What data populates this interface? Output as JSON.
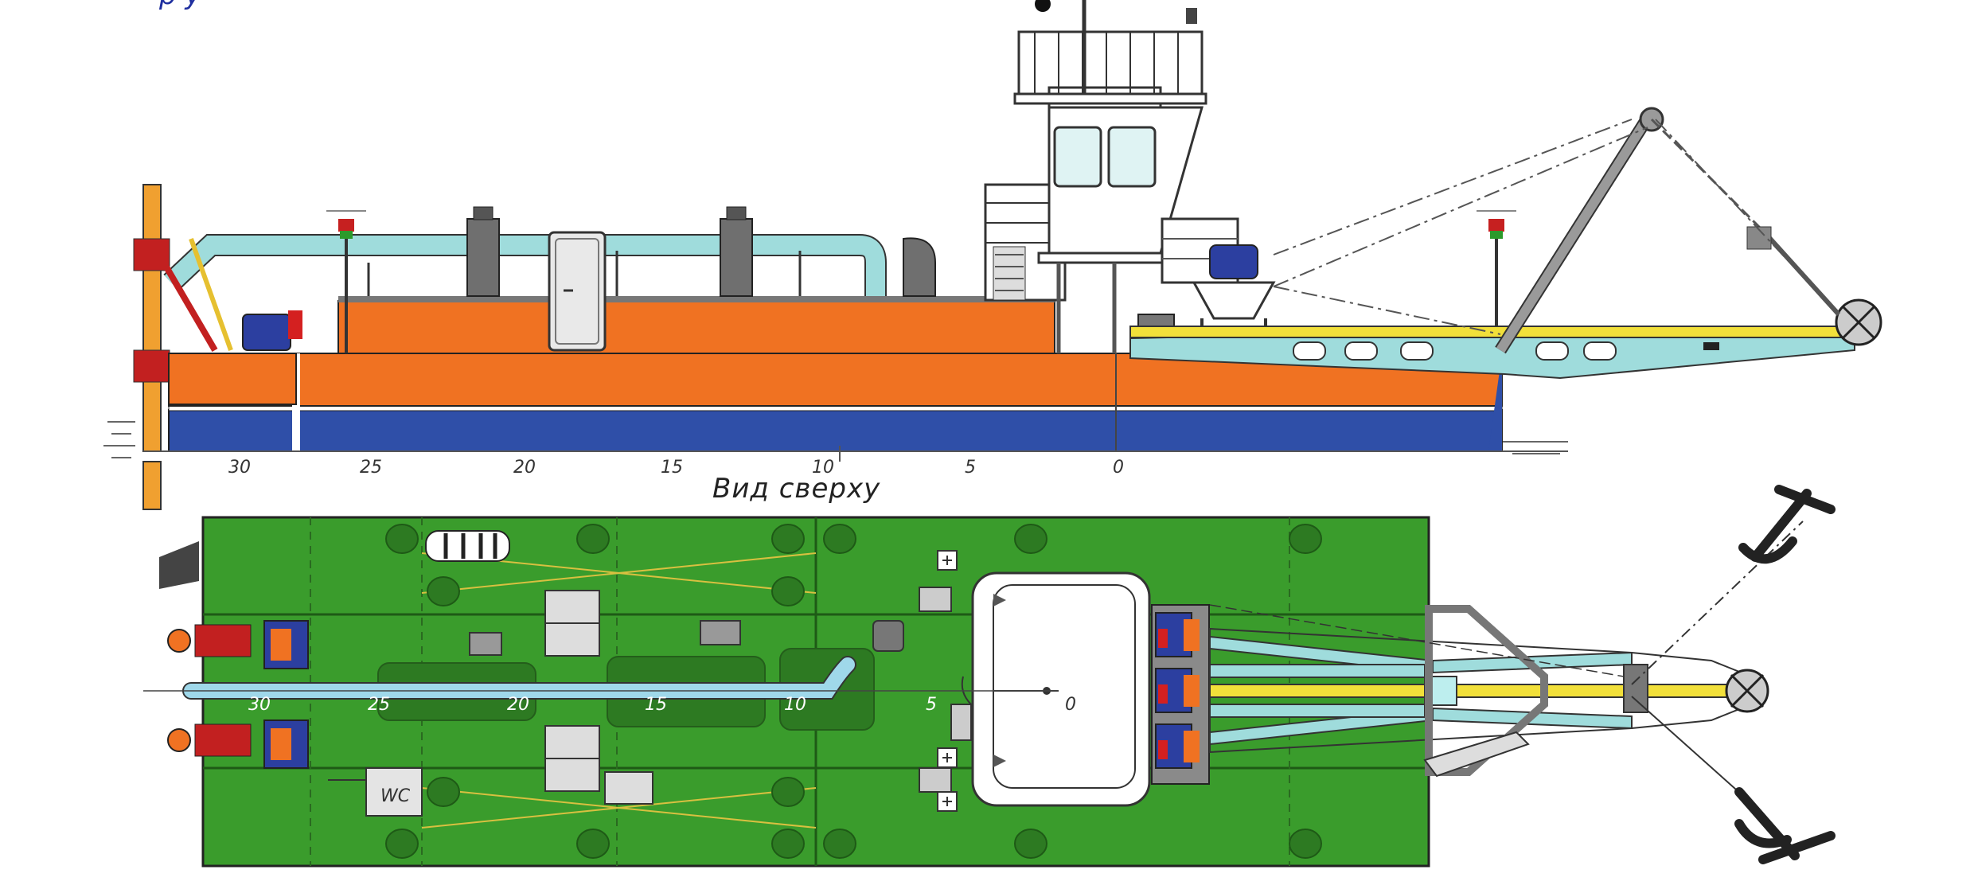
{
  "header": {
    "caption_fragment": "р         у"
  },
  "side_view": {
    "scale_labels": [
      "30",
      "25",
      "20",
      "15",
      "10",
      "5",
      "0"
    ]
  },
  "top_view": {
    "title": "Вид сверху",
    "scale_labels": [
      "30",
      "25",
      "20",
      "15",
      "10",
      "5",
      "0"
    ],
    "wc_label": "WC"
  },
  "colors": {
    "hull_blue": "#2f4fa8",
    "hull_orange": "#f07222",
    "pipe_cyan": "#9fdcdc",
    "deck_green": "#3a9c2c",
    "shaft_yellow": "#f2e03a",
    "winch_blue": "#2c3fa0",
    "motor_red": "#d42020",
    "caption_blue": "#1f2f9f"
  }
}
